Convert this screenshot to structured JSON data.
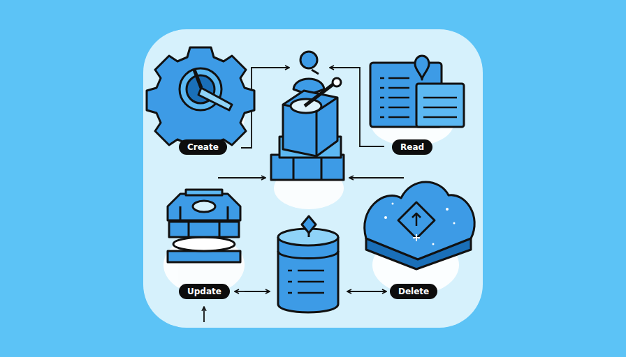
{
  "diagram": {
    "nodes": [
      {
        "text": [
          "Create"
        ]
      },
      {
        "text": [
          "Read"
        ]
      },
      {
        "text": [
          "Update"
        ]
      },
      {
        "text": [
          "Delete"
        ]
      }
    ],
    "edges": [
      {
        "from": 2,
        "to": 0,
        "arrow": "to"
      },
      {
        "from": 3,
        "to": 1,
        "arrow": "to"
      }
    ]
  }
}
